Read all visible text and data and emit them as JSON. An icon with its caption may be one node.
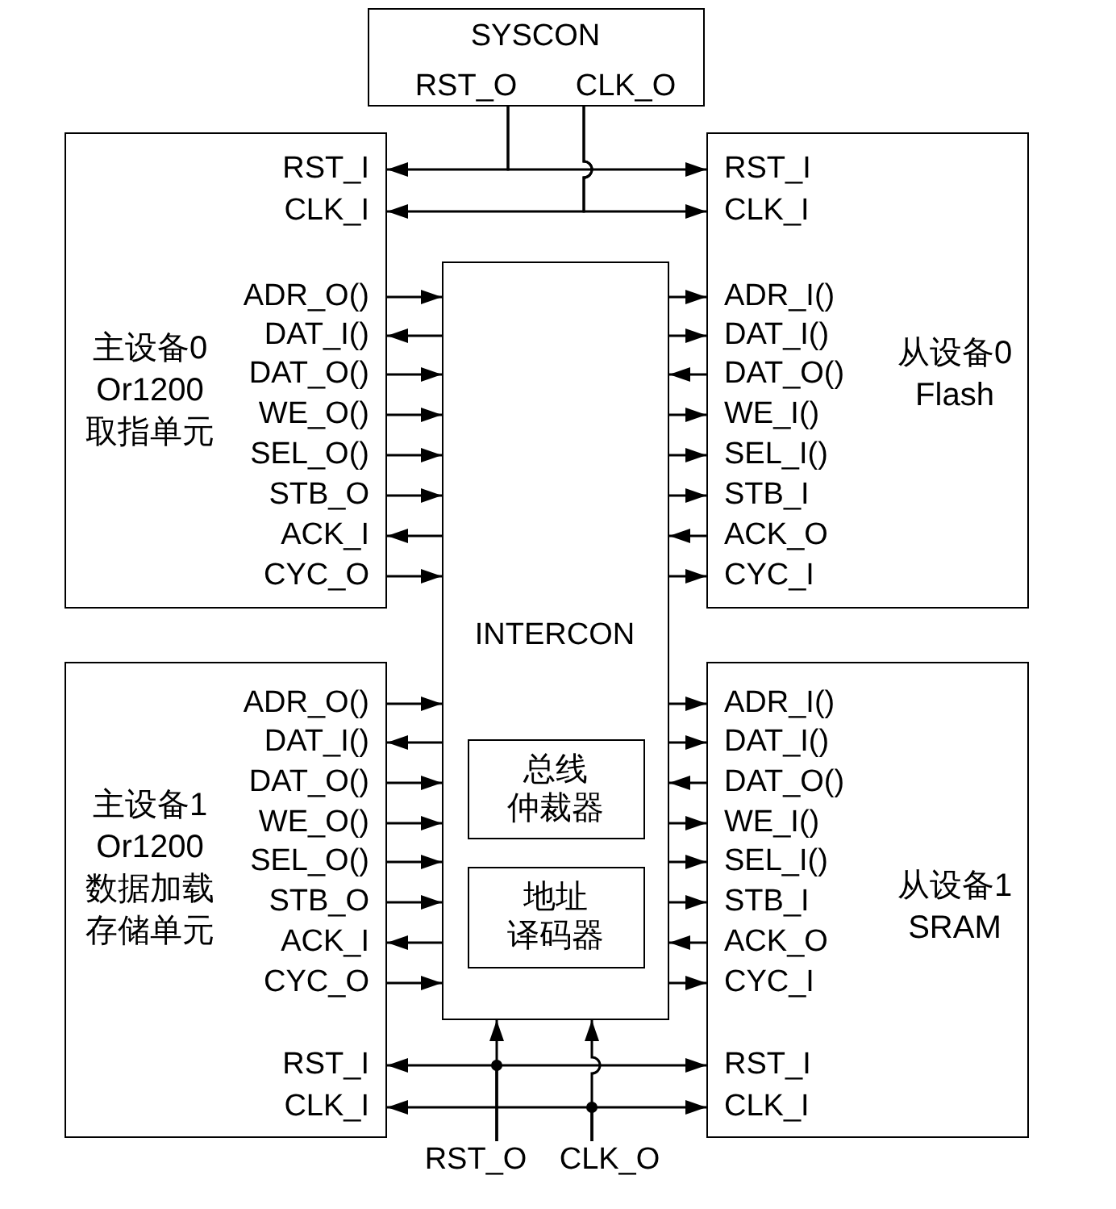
{
  "diagram": {
    "nodes": [
      {
        "text": [
          "SYSCON",
          "RST_O",
          "CLK_O"
        ]
      },
      {
        "text": [
          "主设备0",
          "Or1200",
          "取指单元",
          "RST_I",
          "CLK_I",
          "ADR_O()",
          "DAT_I()",
          "DAT_O()",
          "WE_O()",
          "SEL_O()",
          "STB_O",
          "ACK_I",
          "CYC_O"
        ]
      },
      {
        "text": [
          "从设备0",
          "Flash",
          "RST_I",
          "CLK_I",
          "ADR_I()",
          "DAT_I()",
          "DAT_O()",
          "WE_I()",
          "SEL_I()",
          "STB_I",
          "ACK_O",
          "CYC_I"
        ]
      },
      {
        "text": [
          "INTERCON"
        ]
      },
      {
        "text": [
          "总线仲裁器"
        ],
        "in": 3
      },
      {
        "text": [
          "地址译码器"
        ],
        "in": 3
      },
      {
        "text": [
          "主设备1",
          "Or1200",
          "数据加载存储单元",
          "ADR_O()",
          "DAT_I()",
          "DAT_O()",
          "WE_O()",
          "SEL_O()",
          "STB_O",
          "ACK_I",
          "CYC_O",
          "RST_I",
          "CLK_I"
        ]
      },
      {
        "text": [
          "从设备1",
          "SRAM",
          "ADR_I()",
          "DAT_I()",
          "DAT_O()",
          "WE_I()",
          "SEL_I()",
          "STB_I",
          "ACK_O",
          "CYC_I",
          "RST_I",
          "CLK_I"
        ]
      },
      {
        "text": [
          "RST_O"
        ]
      },
      {
        "text": [
          "CLK_O"
        ]
      }
    ],
    "edges": [
      {
        "from": 0,
        "to": 1,
        "arrow": "to"
      },
      {
        "from": 0,
        "to": 2,
        "arrow": "to"
      },
      {
        "from": 0,
        "to": 1,
        "arrow": "to"
      },
      {
        "from": 0,
        "to": 2,
        "arrow": "to"
      },
      {
        "from": 1,
        "to": 3,
        "arrow": "to"
      },
      {
        "from": 3,
        "to": 1,
        "arrow": "to"
      },
      {
        "from": 1,
        "to": 3,
        "arrow": "to"
      },
      {
        "from": 1,
        "to": 3,
        "arrow": "to"
      },
      {
        "from": 1,
        "to": 3,
        "arrow": "to"
      },
      {
        "from": 1,
        "to": 3,
        "arrow": "to"
      },
      {
        "from": 3,
        "to": 1,
        "arrow": "to"
      },
      {
        "from": 1,
        "to": 3,
        "arrow": "to"
      },
      {
        "from": 3,
        "to": 2,
        "arrow": "to"
      },
      {
        "from": 3,
        "to": 2,
        "arrow": "to"
      },
      {
        "from": 2,
        "to": 3,
        "arrow": "to"
      },
      {
        "from": 3,
        "to": 2,
        "arrow": "to"
      },
      {
        "from": 3,
        "to": 2,
        "arrow": "to"
      },
      {
        "from": 3,
        "to": 2,
        "arrow": "to"
      },
      {
        "from": 2,
        "to": 3,
        "arrow": "to"
      },
      {
        "from": 3,
        "to": 2,
        "arrow": "to"
      },
      {
        "from": 6,
        "to": 3,
        "arrow": "to"
      },
      {
        "from": 3,
        "to": 6,
        "arrow": "to"
      },
      {
        "from": 6,
        "to": 3,
        "arrow": "to"
      },
      {
        "from": 6,
        "to": 3,
        "arrow": "to"
      },
      {
        "from": 6,
        "to": 3,
        "arrow": "to"
      },
      {
        "from": 6,
        "to": 3,
        "arrow": "to"
      },
      {
        "from": 3,
        "to": 6,
        "arrow": "to"
      },
      {
        "from": 6,
        "to": 3,
        "arrow": "to"
      },
      {
        "from": 3,
        "to": 7,
        "arrow": "to"
      },
      {
        "from": 3,
        "to": 7,
        "arrow": "to"
      },
      {
        "from": 7,
        "to": 3,
        "arrow": "to"
      },
      {
        "from": 3,
        "to": 7,
        "arrow": "to"
      },
      {
        "from": 3,
        "to": 7,
        "arrow": "to"
      },
      {
        "from": 3,
        "to": 7,
        "arrow": "to"
      },
      {
        "from": 7,
        "to": 3,
        "arrow": "to"
      },
      {
        "from": 3,
        "to": 7,
        "arrow": "to"
      },
      {
        "from": 8,
        "to": 6,
        "arrow": "to"
      },
      {
        "from": 8,
        "to": 7,
        "arrow": "to"
      },
      {
        "from": 8,
        "to": 3,
        "arrow": "to"
      },
      {
        "from": 9,
        "to": 6,
        "arrow": "to"
      },
      {
        "from": 9,
        "to": 7,
        "arrow": "to"
      },
      {
        "from": 9,
        "to": 3,
        "arrow": "to"
      }
    ]
  }
}
